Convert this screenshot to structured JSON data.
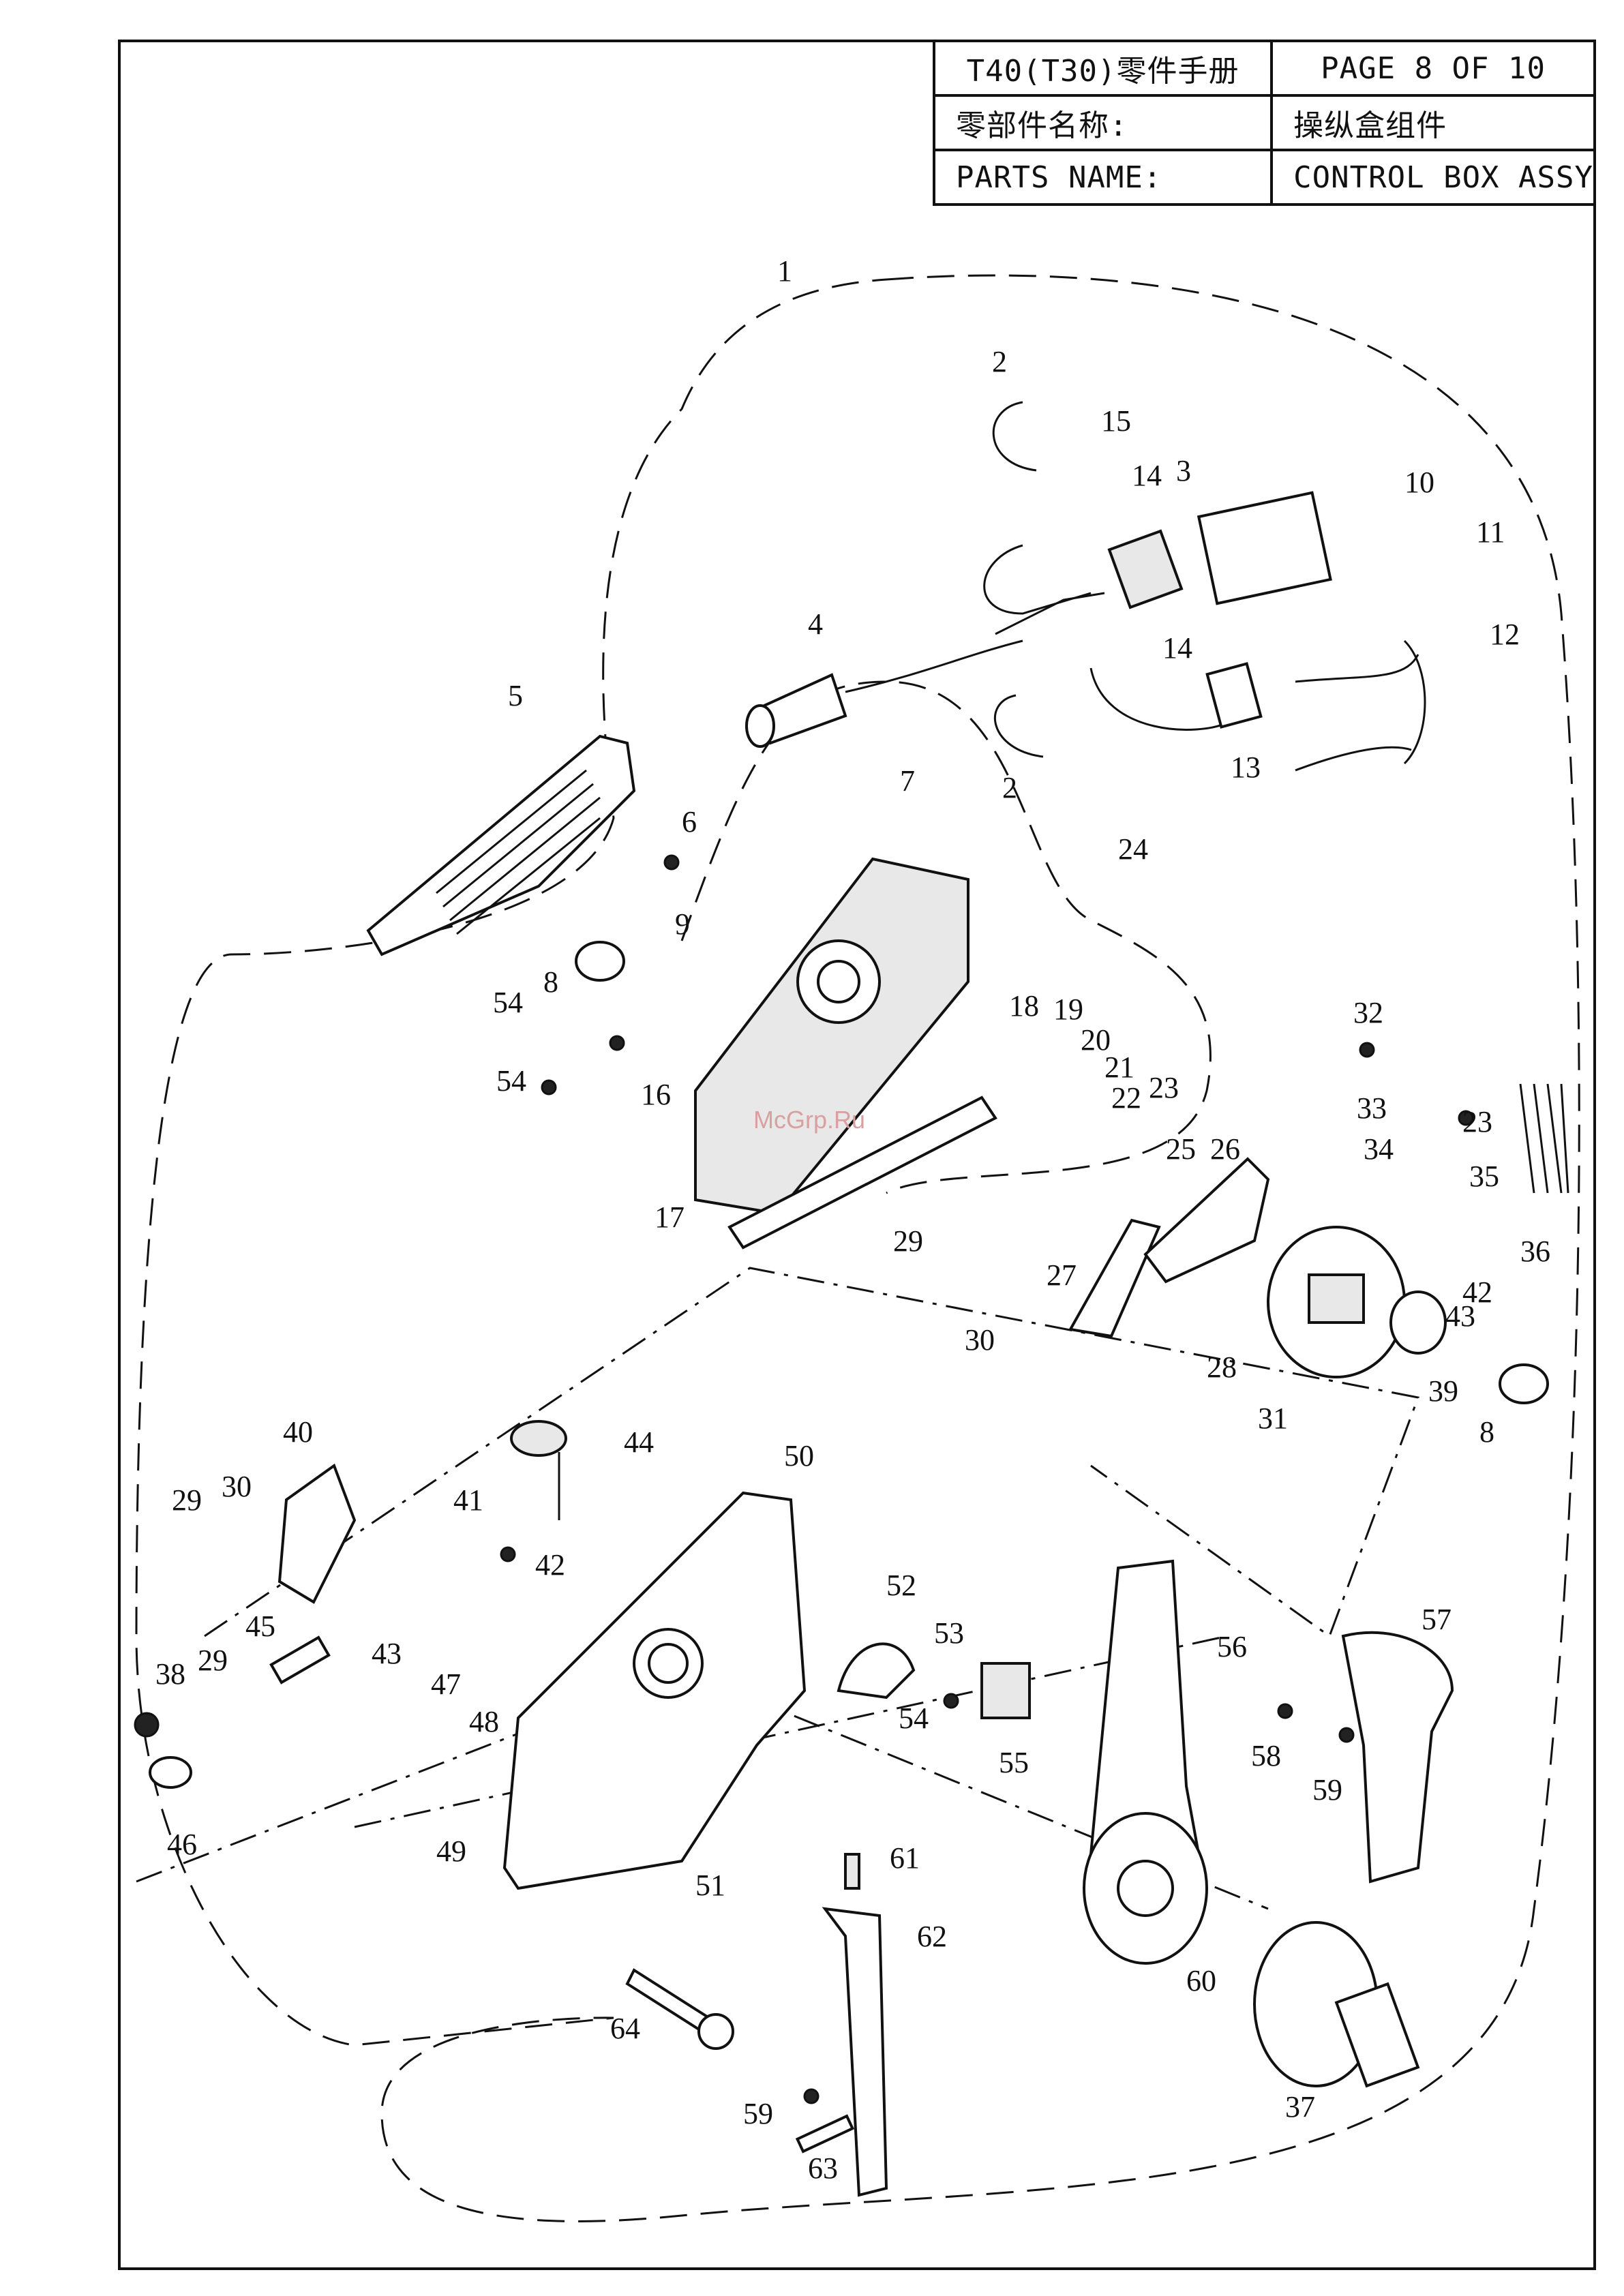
{
  "header": {
    "manual_title": "T40(T30)零件手册",
    "page": "PAGE 8 OF 10",
    "cn_label": "零部件名称:",
    "cn_value": "操纵盒组件",
    "en_label": "PARTS NAME:",
    "en_value": "CONTROL BOX ASSY"
  },
  "watermark": "McGrp.Ru",
  "callouts": [
    {
      "id": "c1",
      "text": "1"
    },
    {
      "id": "c2a",
      "text": "2"
    },
    {
      "id": "c2b",
      "text": "2"
    },
    {
      "id": "c3",
      "text": "3"
    },
    {
      "id": "c4",
      "text": "4"
    },
    {
      "id": "c5",
      "text": "5"
    },
    {
      "id": "c6",
      "text": "6"
    },
    {
      "id": "c7",
      "text": "7"
    },
    {
      "id": "c8a",
      "text": "8"
    },
    {
      "id": "c8b",
      "text": "8"
    },
    {
      "id": "c9",
      "text": "9"
    },
    {
      "id": "c10",
      "text": "10"
    },
    {
      "id": "c11",
      "text": "11"
    },
    {
      "id": "c12",
      "text": "12"
    },
    {
      "id": "c13",
      "text": "13"
    },
    {
      "id": "c14a",
      "text": "14"
    },
    {
      "id": "c14b",
      "text": "14"
    },
    {
      "id": "c15",
      "text": "15"
    },
    {
      "id": "c16",
      "text": "16"
    },
    {
      "id": "c17",
      "text": "17"
    },
    {
      "id": "c18",
      "text": "18"
    },
    {
      "id": "c19",
      "text": "19"
    },
    {
      "id": "c20",
      "text": "20"
    },
    {
      "id": "c21",
      "text": "21"
    },
    {
      "id": "c22",
      "text": "22"
    },
    {
      "id": "c23a",
      "text": "23"
    },
    {
      "id": "c23b",
      "text": "23"
    },
    {
      "id": "c24",
      "text": "24"
    },
    {
      "id": "c25",
      "text": "25"
    },
    {
      "id": "c26",
      "text": "26"
    },
    {
      "id": "c27",
      "text": "27"
    },
    {
      "id": "c28",
      "text": "28"
    },
    {
      "id": "c29a",
      "text": "29"
    },
    {
      "id": "c29b",
      "text": "29"
    },
    {
      "id": "c29c",
      "text": "29"
    },
    {
      "id": "c30a",
      "text": "30"
    },
    {
      "id": "c30b",
      "text": "30"
    },
    {
      "id": "c31",
      "text": "31"
    },
    {
      "id": "c32",
      "text": "32"
    },
    {
      "id": "c33",
      "text": "33"
    },
    {
      "id": "c34",
      "text": "34"
    },
    {
      "id": "c35",
      "text": "35"
    },
    {
      "id": "c36",
      "text": "36"
    },
    {
      "id": "c37",
      "text": "37"
    },
    {
      "id": "c38",
      "text": "38"
    },
    {
      "id": "c39",
      "text": "39"
    },
    {
      "id": "c40",
      "text": "40"
    },
    {
      "id": "c41",
      "text": "41"
    },
    {
      "id": "c42a",
      "text": "42"
    },
    {
      "id": "c42b",
      "text": "42"
    },
    {
      "id": "c43a",
      "text": "43"
    },
    {
      "id": "c43b",
      "text": "43"
    },
    {
      "id": "c44",
      "text": "44"
    },
    {
      "id": "c45",
      "text": "45"
    },
    {
      "id": "c46",
      "text": "46"
    },
    {
      "id": "c47",
      "text": "47"
    },
    {
      "id": "c48",
      "text": "48"
    },
    {
      "id": "c49",
      "text": "49"
    },
    {
      "id": "c50",
      "text": "50"
    },
    {
      "id": "c51",
      "text": "51"
    },
    {
      "id": "c52",
      "text": "52"
    },
    {
      "id": "c53",
      "text": "53"
    },
    {
      "id": "c54a",
      "text": "54"
    },
    {
      "id": "c54b",
      "text": "54"
    },
    {
      "id": "c54c",
      "text": "54"
    },
    {
      "id": "c55",
      "text": "55"
    },
    {
      "id": "c56",
      "text": "56"
    },
    {
      "id": "c57",
      "text": "57"
    },
    {
      "id": "c58",
      "text": "58"
    },
    {
      "id": "c59a",
      "text": "59"
    },
    {
      "id": "c59b",
      "text": "59"
    },
    {
      "id": "c60",
      "text": "60"
    },
    {
      "id": "c61",
      "text": "61"
    },
    {
      "id": "c62",
      "text": "62"
    },
    {
      "id": "c63",
      "text": "63"
    },
    {
      "id": "c64",
      "text": "64"
    }
  ]
}
